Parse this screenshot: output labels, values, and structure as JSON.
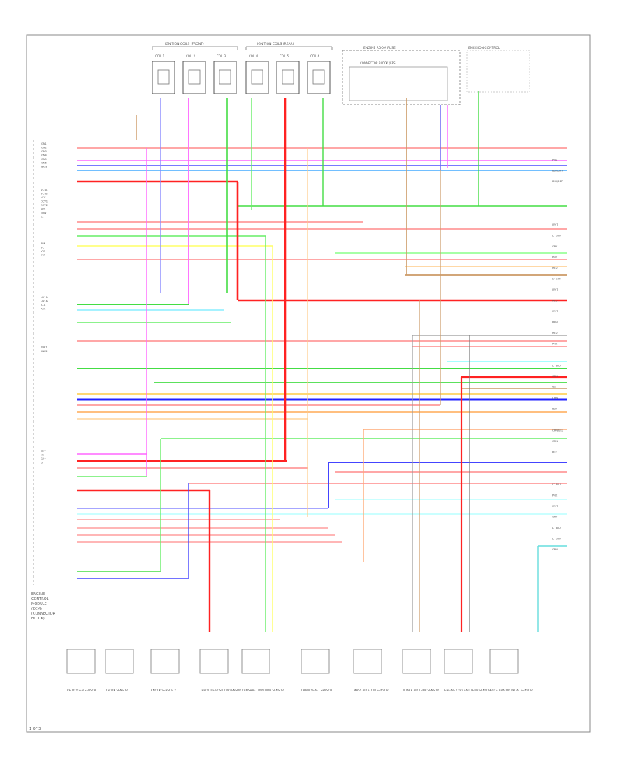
{
  "diagram": {
    "frame_label": "1 OF 3",
    "ecm_title": [
      "ENGINE",
      "CONTROL",
      "MODULE",
      "(ECM)",
      "(CONNECTOR",
      "BLOCK)"
    ],
    "top_groups": [
      {
        "label": "IGNITION COILS (FRONT)"
      },
      {
        "label": "IGNITION COILS (REAR)"
      }
    ],
    "top_box_label": "ENGINE ROOM FUSE",
    "top_box_sublabel": "CONNECTOR BLOCK (EPS)",
    "fuse_box_label": "EMISSION CONTROL",
    "ign_coil_names": [
      "COIL 1",
      "COIL 2",
      "COIL 3",
      "COIL 4",
      "COIL 5",
      "COIL 6"
    ],
    "left_pins": [
      "IGN1",
      "IGN2",
      "IGN3",
      "IGN4",
      "IGN5",
      "IGN6",
      "MRLY",
      "",
      "",
      "",
      "",
      "",
      "VCTA",
      "VCTB",
      "VCC",
      "OCV1",
      "OCV2",
      "SPD",
      "THW",
      "E2",
      "",
      "",
      "",
      "",
      "",
      "",
      "PIM",
      "VC",
      "VTA",
      "E2G",
      "",
      "",
      "",
      "",
      "",
      "",
      "",
      "",
      "",
      "",
      "HA1A",
      "HA2A",
      "A1A",
      "A2A",
      "",
      "",
      "",
      "",
      "",
      "",
      "",
      "",
      "",
      "KNK1",
      "KNK2",
      "",
      "",
      "",
      "",
      "",
      "",
      "",
      "",
      "",
      "",
      "",
      "",
      "",
      "",
      "",
      "",
      "",
      "",
      "",
      "",
      "",
      "",
      "",
      "",
      "",
      "NE+",
      "NE-",
      "G2+",
      "G-",
      "",
      "",
      "",
      "",
      "",
      "",
      "",
      "",
      "",
      "",
      "",
      "",
      "",
      "",
      "",
      "",
      "",
      "",
      "",
      "",
      "",
      "",
      "",
      "",
      "",
      "",
      ""
    ],
    "right_labels": [
      "PNK",
      "BLU/GRY",
      "BLU/RED",
      "",
      "",
      "",
      "WHT",
      "LT GRN",
      "GRY",
      "PNK",
      "RED",
      "LT GRN",
      "WHT",
      "RED",
      "WHT",
      "BRN",
      "RED",
      "PNK",
      "",
      "LT BLU",
      "GRN",
      "YEL",
      "ORN",
      "BLU",
      "",
      "ORN/BLU",
      "GRN",
      "BLK",
      "",
      "",
      "LT BLU",
      "PNK",
      "WHT",
      "GRY",
      "LT BLU",
      "LT GRN",
      "GRN"
    ],
    "bottom_components": [
      {
        "label": "RH OXYGEN SENSOR"
      },
      {
        "label": "KNOCK SENSOR"
      },
      {
        "label": "KNOCK SENSOR 2"
      },
      {
        "label": "THROTTLE POSITION SENSOR"
      },
      {
        "label": "CAMSHAFT POSITION SENSOR"
      },
      {
        "label": "CRANKSHAFT SENSOR"
      },
      {
        "label": "MASS AIR FLOW SENSOR"
      },
      {
        "label": "INTAKE AIR TEMP SENSOR"
      },
      {
        "label": "ENGINE COOLANT TEMP SENSOR"
      },
      {
        "label": "ACCELERATOR PEDAL SENSOR"
      }
    ]
  }
}
